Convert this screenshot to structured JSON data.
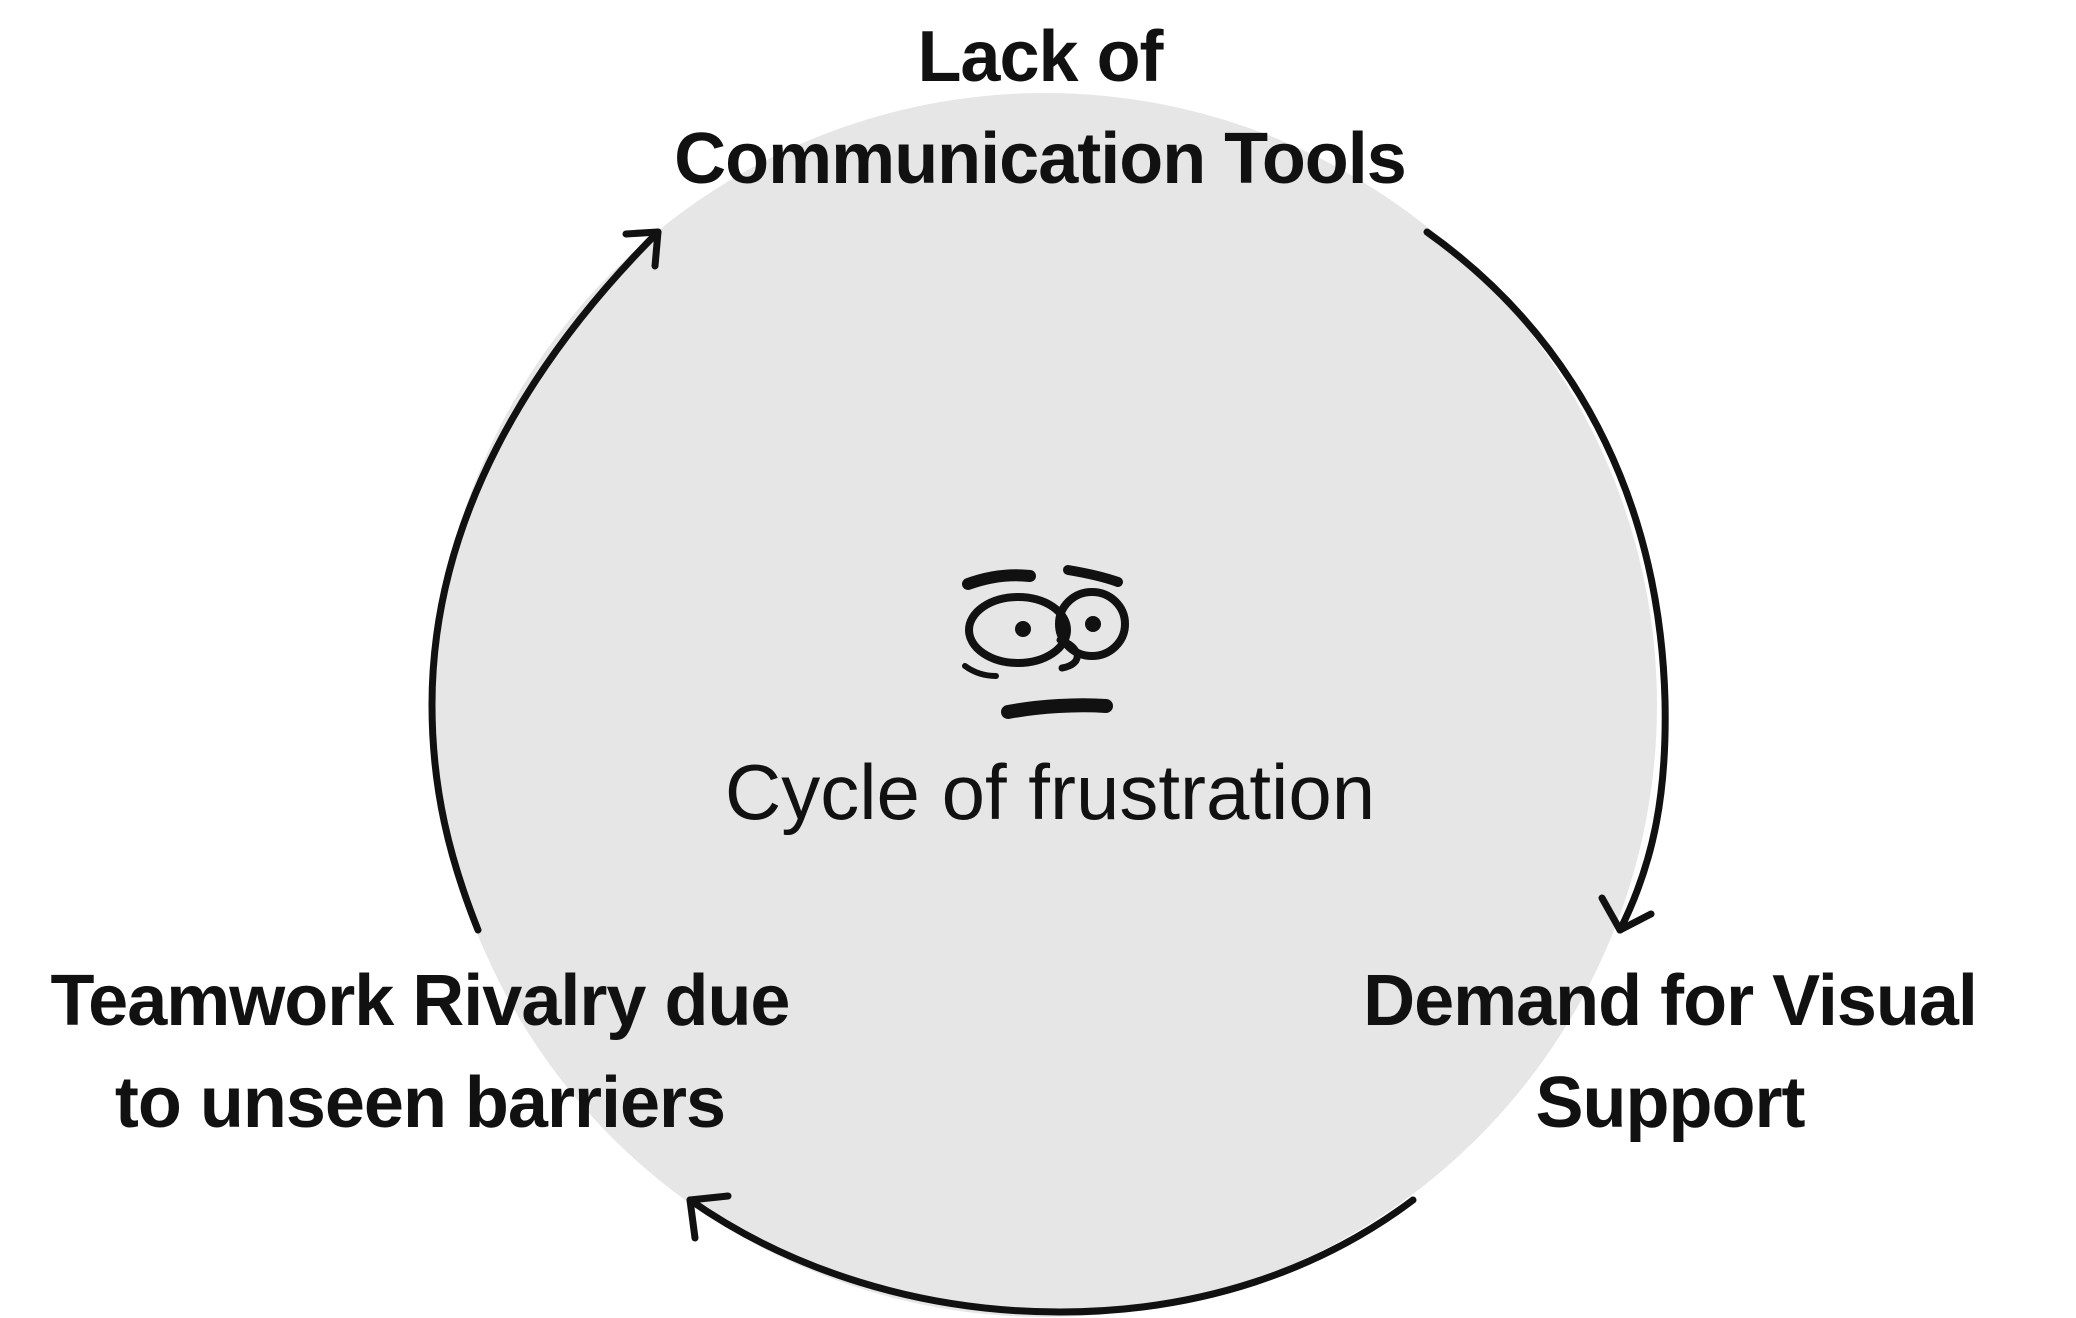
{
  "diagram": {
    "type": "cycle",
    "colors": {
      "circle_fill": "#e6e6e6",
      "stroke": "#111111",
      "text": "#111111"
    },
    "center": {
      "icon": "frustrated-face-icon",
      "title": "Cycle of frustration"
    },
    "nodes": [
      {
        "id": "top",
        "line1": "Lack of",
        "line2": "Communication Tools"
      },
      {
        "id": "right",
        "line1": "Demand for Visual",
        "line2": "Support"
      },
      {
        "id": "left",
        "line1": "Teamwork Rivalry due",
        "line2": "to unseen barriers"
      }
    ],
    "edges": [
      {
        "from": "top",
        "to": "right"
      },
      {
        "from": "right",
        "to": "left"
      },
      {
        "from": "left",
        "to": "top"
      }
    ]
  }
}
